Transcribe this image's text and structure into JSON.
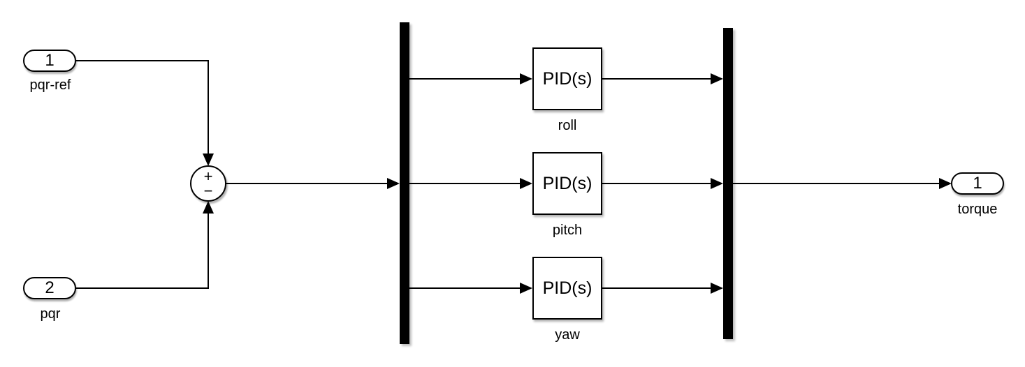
{
  "app": {
    "type": "simulink-block-diagram"
  },
  "colors": {
    "background": "#ffffff",
    "line": "#000000",
    "block_fill": "#ffffff",
    "block_border": "#000000"
  },
  "blocks": {
    "inport1": {
      "number": "1",
      "label": "pqr-ref"
    },
    "inport2": {
      "number": "2",
      "label": "pqr"
    },
    "sum": {
      "plus_sign": "+",
      "minus_sign": "−"
    },
    "demux": {
      "type": "demux"
    },
    "pid_roll": {
      "text": "PID(s)",
      "label": "roll"
    },
    "pid_pitch": {
      "text": "PID(s)",
      "label": "pitch"
    },
    "pid_yaw": {
      "text": "PID(s)",
      "label": "yaw"
    },
    "mux": {
      "type": "mux"
    },
    "outport": {
      "number": "1",
      "label": "torque"
    }
  }
}
